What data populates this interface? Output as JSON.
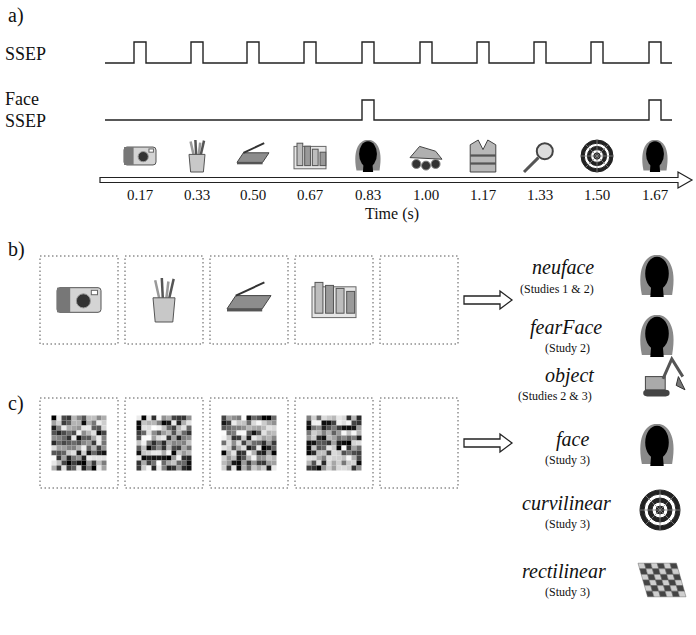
{
  "diagram": {
    "labels": [
      "a)",
      "SSEP",
      "Face SSEP",
      "0.17",
      "0.33",
      "0.50",
      "0.67",
      "0.83",
      "1.00",
      "1.17",
      "1.33",
      "1.50",
      "1.67",
      "Time (s)",
      "b)",
      "neuface",
      "(Studies 1 & 2)",
      "fearFace",
      "(Study 2)",
      "c)",
      "object",
      "(Studies 2 & 3)",
      "face",
      "(Study 3)",
      "curvilinear",
      "(Study 3)",
      "rectilinear",
      "(Study 3)"
    ]
  }
}
